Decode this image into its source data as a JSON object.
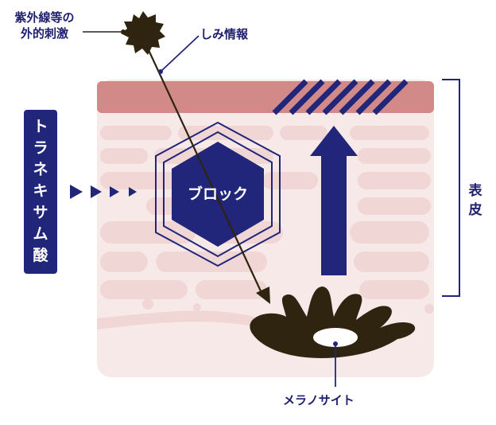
{
  "labels": {
    "uv_line1": "紫外線等の",
    "uv_line2": "外的刺激",
    "spot_info": "しみ情報",
    "block": "ブロック",
    "melanocyte": "メラノサイト",
    "epidermis": "表皮",
    "tranexamic_acid": "トラネキサム酸"
  },
  "colors": {
    "navy": "#21267a",
    "stratum_corneum": "#d18a87",
    "tissue": "#f7e9e8",
    "cell_layer": "#f0d7d5",
    "melanin": "#2e2410"
  }
}
